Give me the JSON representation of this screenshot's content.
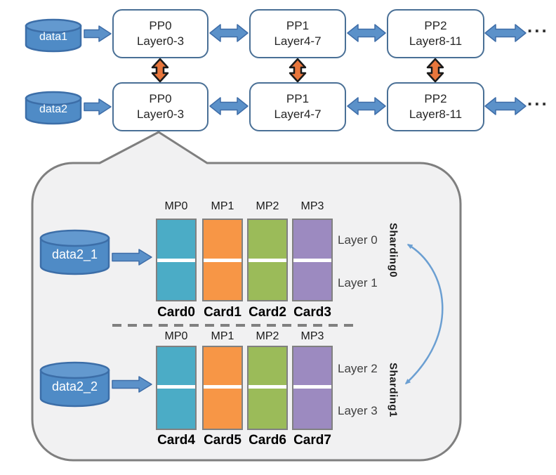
{
  "colors": {
    "cylinder_fill": "#4f8bc6",
    "cylinder_top": "#6399cf",
    "cylinder_stroke": "#3c6ea8",
    "arrow_blue": "#5b91c9",
    "arrow_blue_stroke": "#3e6da8",
    "box_border": "#4a7096",
    "orange_arrow": "#e8763c",
    "orange_arrow_stroke": "#1a1a1a",
    "bubble_fill": "#f1f1f2",
    "bubble_stroke": "#7f7f7f",
    "mp_teal": "#4bacc6",
    "mp_orange": "#f79646",
    "mp_green": "#9bbb59",
    "mp_purple": "#9c8ac0",
    "column_border": "#808080",
    "arc_blue": "#6b9fd2",
    "dash_gray": "#808080"
  },
  "pipeline": {
    "rows": [
      {
        "source": "data1",
        "ellipsis": "...",
        "stages": [
          {
            "title": "PP0",
            "layers": "Layer0-3"
          },
          {
            "title": "PP1",
            "layers": "Layer4-7"
          },
          {
            "title": "PP2",
            "layers": "Layer8-11"
          }
        ]
      },
      {
        "source": "data2",
        "ellipsis": "...",
        "stages": [
          {
            "title": "PP0",
            "layers": "Layer0-3"
          },
          {
            "title": "PP1",
            "layers": "Layer4-7"
          },
          {
            "title": "PP2",
            "layers": "Layer8-11"
          }
        ]
      }
    ]
  },
  "callout": {
    "shards": [
      {
        "source": "data2_1",
        "sharding": "Sharding0",
        "mp": [
          "MP0",
          "MP1",
          "MP2",
          "MP3"
        ],
        "cards": [
          "Card0",
          "Card1",
          "Card2",
          "Card3"
        ],
        "layers": [
          "Layer 0",
          "Layer 1"
        ]
      },
      {
        "source": "data2_2",
        "sharding": "Sharding1",
        "mp": [
          "MP0",
          "MP1",
          "MP2",
          "MP3"
        ],
        "cards": [
          "Card4",
          "Card5",
          "Card6",
          "Card7"
        ],
        "layers": [
          "Layer 2",
          "Layer 3"
        ]
      }
    ]
  }
}
